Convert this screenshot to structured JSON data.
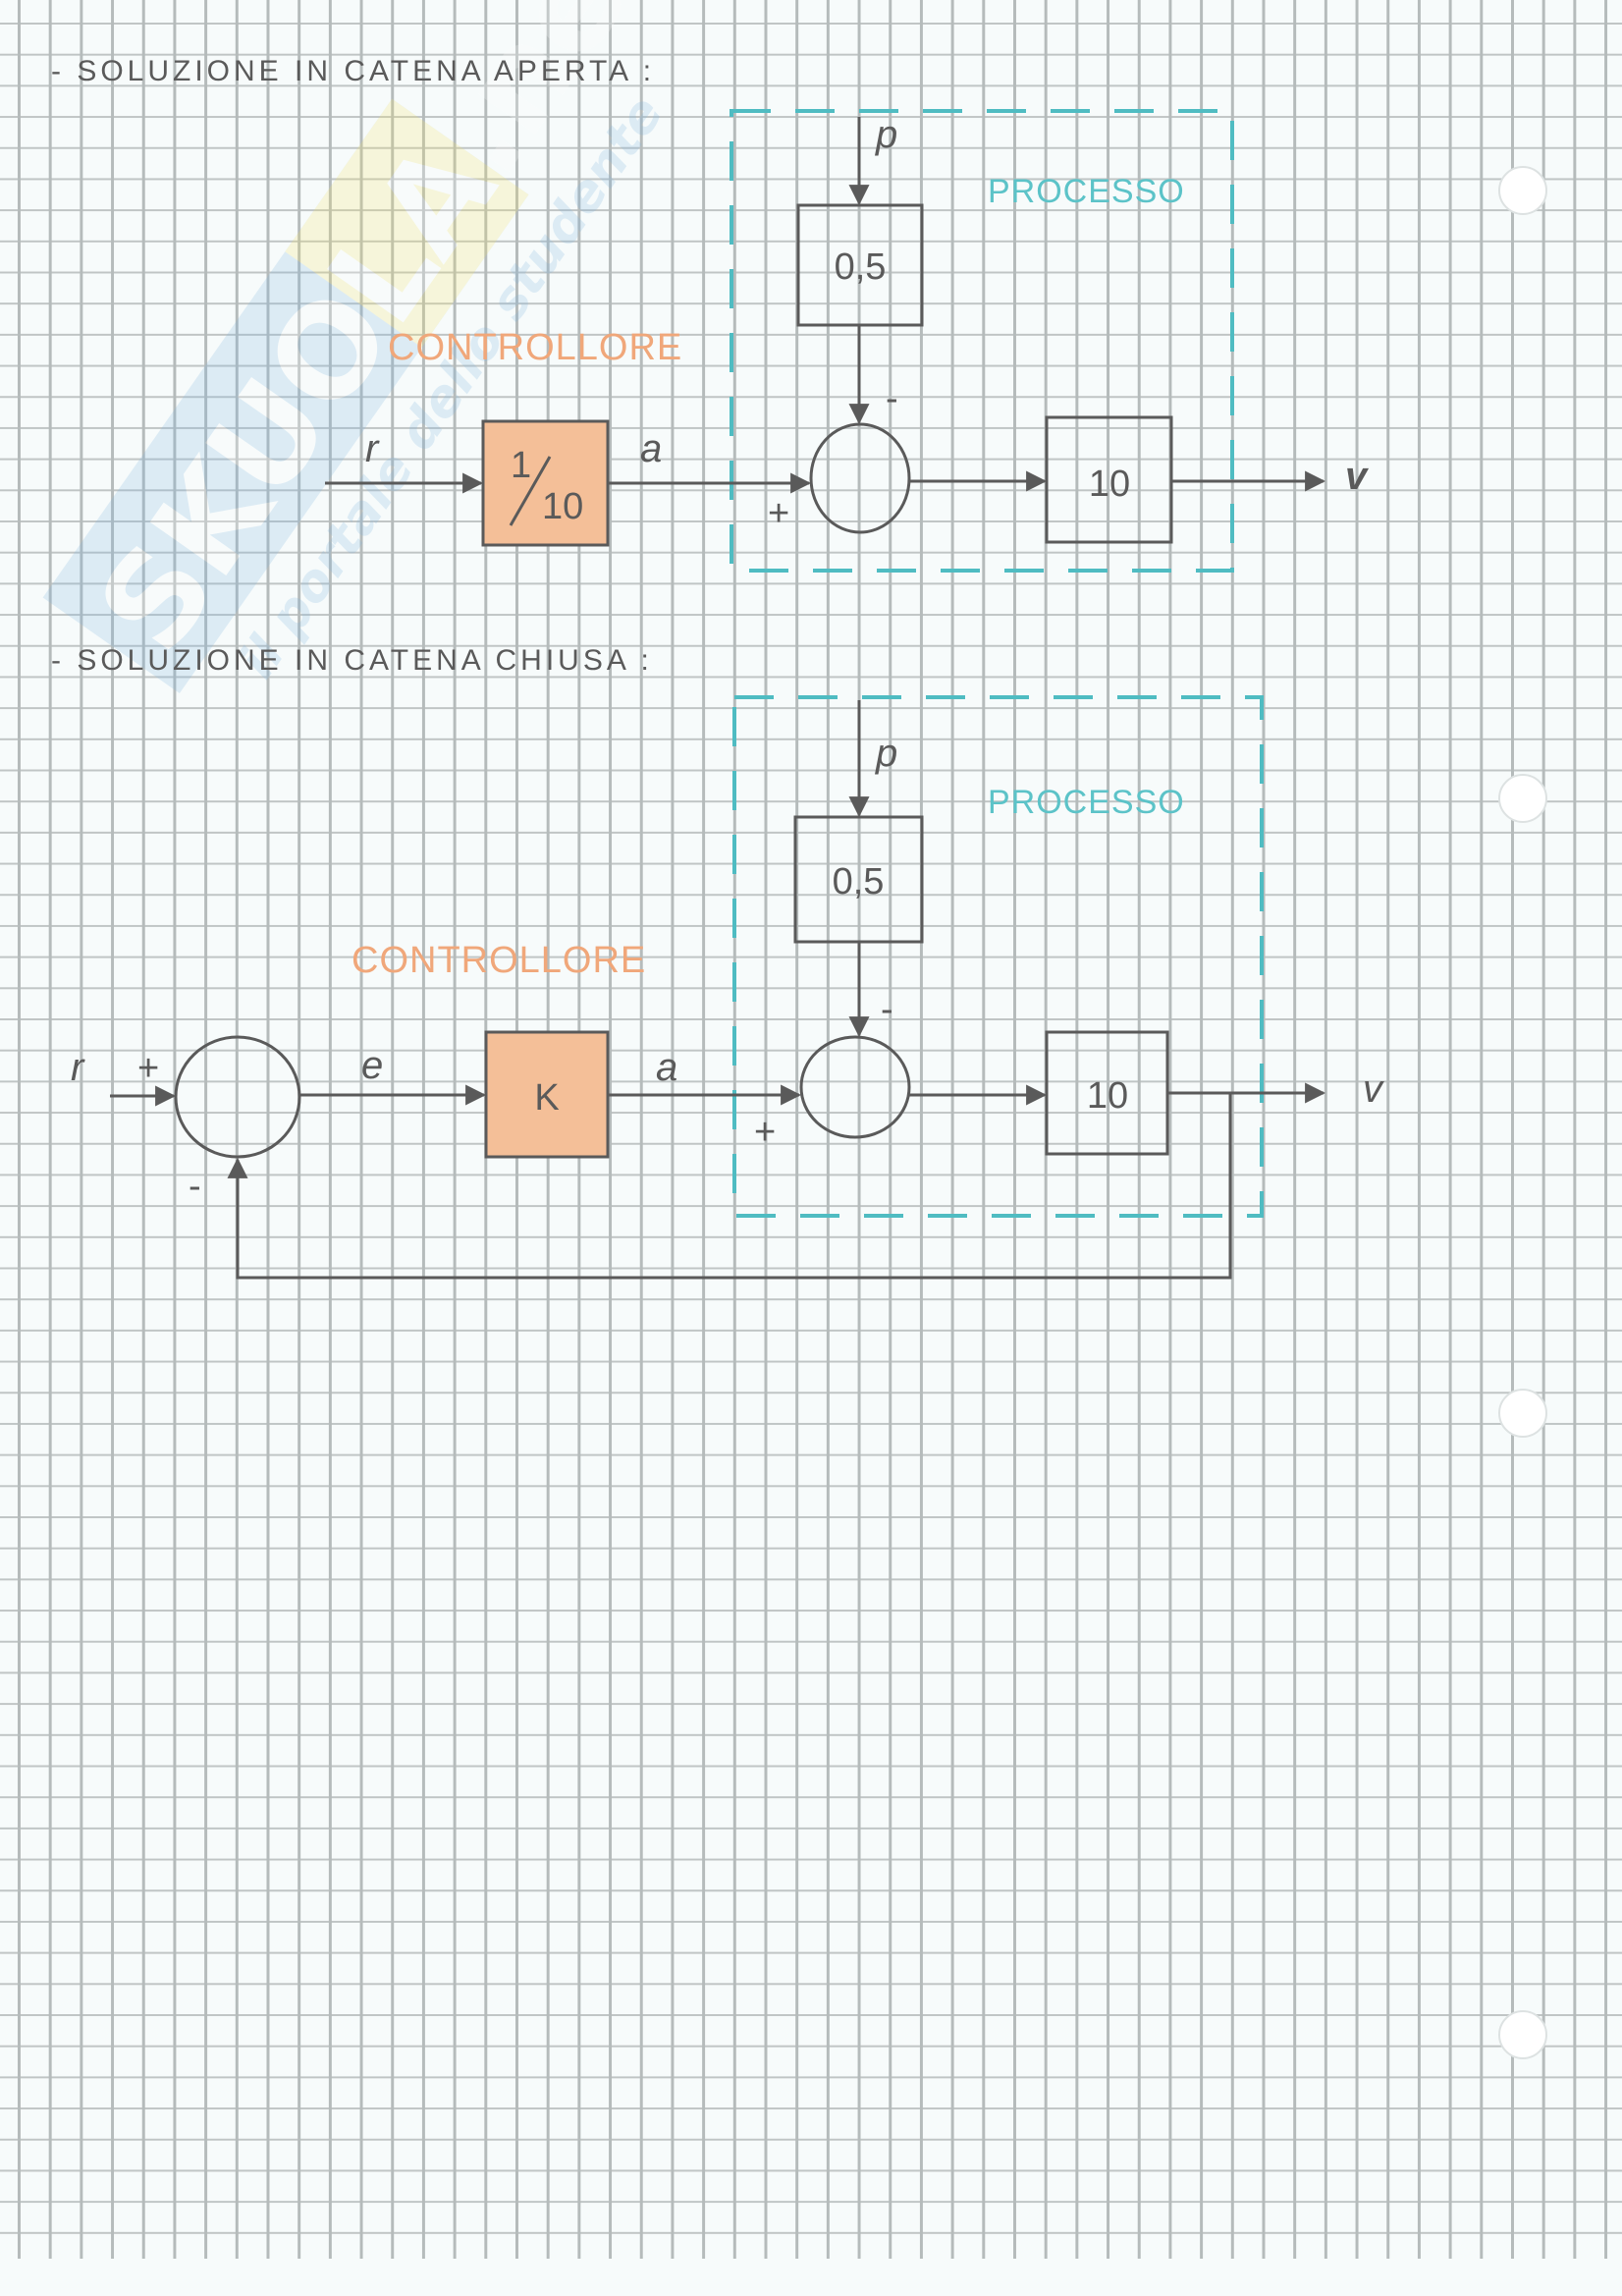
{
  "page": {
    "watermark": {
      "brand": "Skuola.net",
      "tagline": "il portale dello studente"
    },
    "colors": {
      "pencil": "#5a5a5a",
      "process": "#5cc3c8",
      "controller_fill": "#f4bf98",
      "controller_text": "#f0a77a"
    }
  },
  "open_loop": {
    "title": "- SOLUZIONE IN CATENA APERTA :",
    "process_label": "PROCESSO",
    "controller_label": "CONTROLLORE",
    "disturbance": "p",
    "disturbance_gain": "0,5",
    "controller_gain_num": "1",
    "controller_gain_den": "10",
    "plant_gain": "10",
    "input": "r",
    "actuation": "a",
    "output": "v",
    "plus_sign": "+",
    "minus_sign": "-"
  },
  "closed_loop": {
    "title": "- SOLUZIONE IN CATENA CHIUSA :",
    "process_label": "PROCESSO",
    "controller_label": "CONTROLLORE",
    "disturbance": "p",
    "disturbance_gain": "0,5",
    "controller_gain": "K",
    "plant_gain": "10",
    "input": "r",
    "error": "e",
    "actuation": "a",
    "output": "v",
    "input_plus": "+",
    "feedback_minus": "-",
    "sum_plus": "+",
    "sum_minus": "-"
  }
}
